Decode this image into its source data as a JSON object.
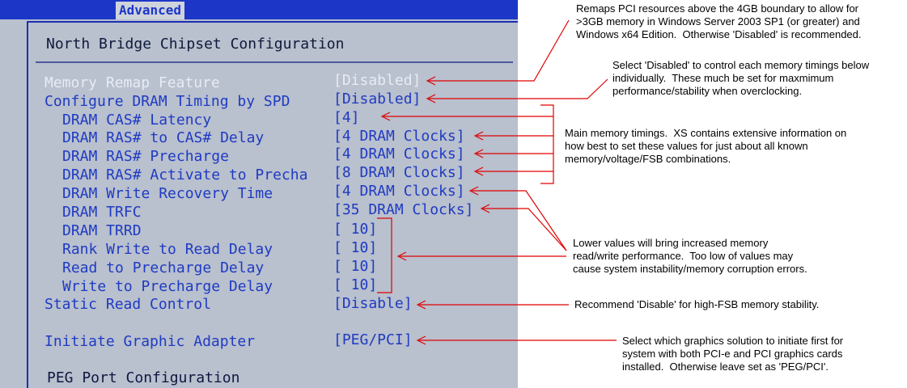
{
  "bios": {
    "tab_label": "Advanced",
    "section_title": "North Bridge Chipset Configuration",
    "settings": [
      {
        "label": "Memory Remap Feature",
        "value": "[Disabled]"
      },
      {
        "label": "Configure DRAM Timing by SPD",
        "value": "[Disabled]"
      },
      {
        "label": "DRAM CAS# Latency",
        "value": "[4]"
      },
      {
        "label": "DRAM RAS# to CAS# Delay",
        "value": "[4 DRAM Clocks]"
      },
      {
        "label": "DRAM RAS# Precharge",
        "value": "[4 DRAM Clocks]"
      },
      {
        "label": "DRAM RAS# Activate to Precha",
        "value": "[8 DRAM Clocks]"
      },
      {
        "label": "DRAM Write Recovery Time",
        "value": "[4 DRAM Clocks]"
      },
      {
        "label": "DRAM TRFC",
        "value": "[35 DRAM Clocks]"
      },
      {
        "label": "DRAM TRRD",
        "value": "[ 10]"
      },
      {
        "label": "Rank Write to Read Delay",
        "value": "[ 10]"
      },
      {
        "label": "Read to Precharge Delay",
        "value": "[ 10]"
      },
      {
        "label": "Write to Precharge Delay",
        "value": "[ 10]"
      },
      {
        "label": "Static Read Control",
        "value": "[Disable]"
      },
      {
        "label": "Initiate Graphic Adapter",
        "value": "[PEG/PCI]"
      }
    ],
    "subsection": "PEG Port Configuration"
  },
  "annotations": {
    "remap": "Remaps PCI resources above the 4GB boundary to allow for\n>3GB memory in Windows Server 2003 SP1 (or greater) and\nWindows x64 Edition.  Otherwise 'Disabled' is recommended.",
    "spd": "Select 'Disabled' to control each memory timings below\nindividually.  These much be set for maxmimum\nperformance/stability when overclocking.",
    "main_timings": "Main memory timings.  XS contains extensive information on\nhow best to set these values for just about all known\nmemory/voltage/FSB combinations.",
    "lower_values": "Lower values will bring increased memory\nread/write performance.  Too low of values may\ncause system instability/memory corruption errors.",
    "static_read": "Recommend 'Disable' for high-FSB memory stability.",
    "graphics": "Select which graphics solution to initiate first for\nsystem with both PCI-e and PCI graphics cards\ninstalled.  Otherwise leave set as 'PEG/PCI'."
  },
  "colors": {
    "bios_background": "#b9c0ce",
    "bios_text": "#1f3bc2",
    "highlight_text": "#e8ecf4",
    "arrow": "#e00000"
  }
}
